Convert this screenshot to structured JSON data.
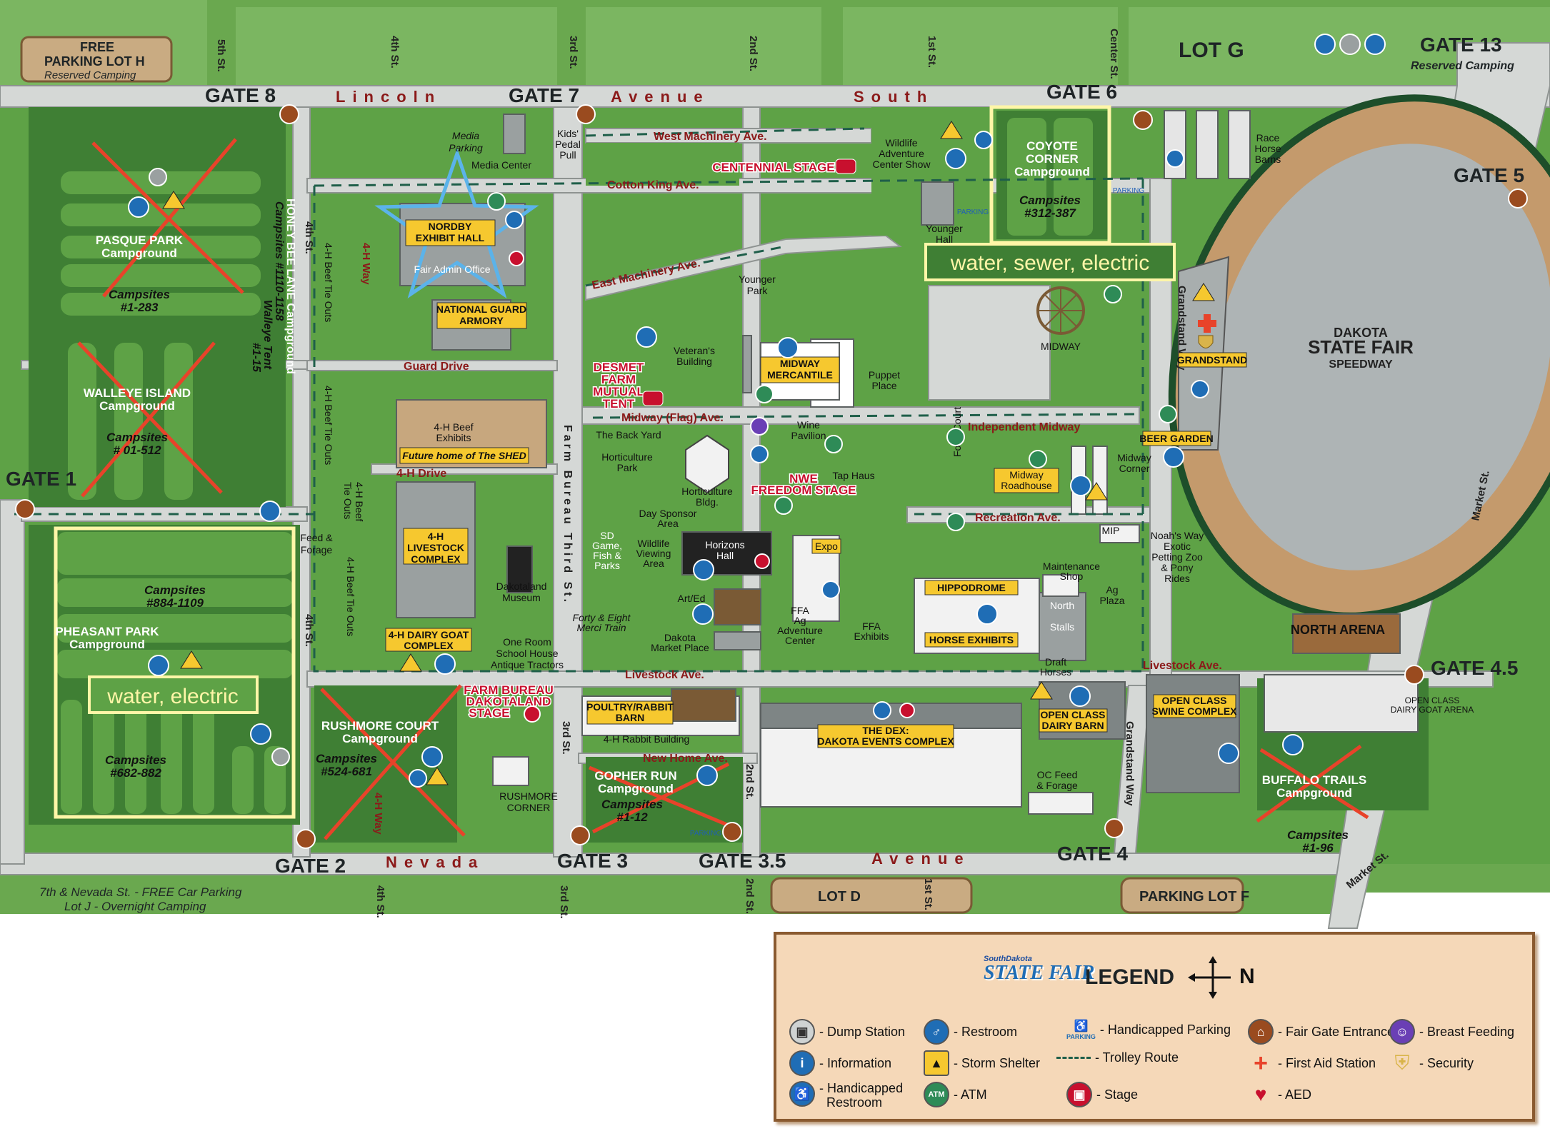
{
  "streets": {
    "lincoln": "Lincoln",
    "avenue_top": "Avenue",
    "south": "South",
    "nevada": "Nevada",
    "avenue_bottom": "Avenue",
    "fifth_st": "5th St.",
    "fourth_st_top": "4th St.",
    "third_st_top": "3rd St.",
    "second_st_top": "2nd St.",
    "first_st_top": "1st St.",
    "center_st": "Center St.",
    "fourth_st_left": "4th St.",
    "fourth_st_lower": "4th St.",
    "fourth_st_bottom": "4th St.",
    "third_st_bottom": "3rd St.",
    "second_st_bottom": "2nd St.",
    "first_st_bottom": "1st St.",
    "third_st_lower": "3rd St.",
    "second_st_lower": "2nd St.",
    "market_st": "Market St.",
    "market_st_lower": "Market St.",
    "farm_bureau_third": "Farm Bureau Third St.",
    "grandstand_way": "Grandstand Way",
    "grandstand_way_lower": "Grandstand Way",
    "four_h_way": "4-H Way",
    "four_h_way_lower": "4-H Way",
    "west_machinery": "West Machinery Ave.",
    "cotton_king": "Cotton King Ave.",
    "east_machinery": "East Machinery Ave.",
    "midway_flag": "Midway (Flag) Ave.",
    "independent_midway": "Independent Midway",
    "recreation_ave": "Recreation Ave.",
    "livestock_ave_left": "Livestock Ave.",
    "livestock_ave_right": "Livestock Ave.",
    "new_home_ave": "New Home Ave.",
    "guard_drive": "Guard Drive",
    "four_h_drive": "4-H Drive"
  },
  "gates": {
    "g1": "GATE 1",
    "g2": "GATE 2",
    "g3": "GATE 3",
    "g35": "GATE 3.5",
    "g4": "GATE 4",
    "g45": "GATE 4.5",
    "g5": "GATE 5",
    "g6": "GATE 6",
    "g7": "GATE 7",
    "g8": "GATE 8",
    "g13": "GATE 13",
    "g13_sub": "Reserved Camping"
  },
  "lots": {
    "lot_h_1": "FREE",
    "lot_h_2": "PARKING LOT H",
    "lot_h_3": "Reserved Camping",
    "lot_g": "LOT G",
    "lot_d": "LOT D",
    "lot_f": "PARKING LOT F",
    "lot_j_1": "7th & Nevada St. - FREE Car Parking",
    "lot_j_2": "Lot J - Overnight Camping"
  },
  "campgrounds": {
    "pasque_1": "PASQUE PARK",
    "pasque_2": "Campground",
    "pasque_sites_1": "Campsites",
    "pasque_sites_2": "#1-283",
    "walleye_1": "WALLEYE ISLAND",
    "walleye_2": "Campground",
    "walleye_sites_1": "Campsites",
    "walleye_sites_2": "# 01-512",
    "honeybee_1": "HONEY BEE LANE Campground",
    "honeybee_2": "Campsites #1110-1158",
    "honeybee_3": "Walleye Tent",
    "honeybee_4": "#1-15",
    "pheasant_sites_top_1": "Campsites",
    "pheasant_sites_top_2": "#884-1109",
    "pheasant_1": "PHEASANT PARK",
    "pheasant_2": "Campground",
    "pheasant_sites_1": "Campsites",
    "pheasant_sites_2": "#682-882",
    "rushmore_court_1": "RUSHMORE COURT",
    "rushmore_court_2": "Campground",
    "rushmore_sites_1": "Campsites",
    "rushmore_sites_2": "#524-681",
    "gopher_1": "GOPHER RUN",
    "gopher_2": "Campground",
    "gopher_sites_1": "Campsites",
    "gopher_sites_2": "#1-12",
    "coyote_1": "COYOTE",
    "coyote_2": "CORNER",
    "coyote_3": "Campground",
    "coyote_sites_1": "Campsites",
    "coyote_sites_2": "#312-387",
    "buffalo_1": "BUFFALO TRAILS",
    "buffalo_2": "Campground",
    "buffalo_sites_1": "Campsites",
    "buffalo_sites_2": "#1-96"
  },
  "annotations": {
    "water_sewer_electric": "water, sewer, electric",
    "water_electric": "water, electric"
  },
  "buildings": {
    "media_parking_1": "Media",
    "media_parking_2": "Parking",
    "media_center": "Media Center",
    "kids_pedal_1": "Kids'",
    "kids_pedal_2": "Pedal",
    "kids_pedal_3": "Pull",
    "nordby_1": "NORDBY",
    "nordby_2": "EXHIBIT HALL",
    "fair_admin": "Fair Admin Office",
    "natl_guard_1": "NATIONAL GUARD",
    "natl_guard_2": "ARMORY",
    "beef_tie_1": "4-H Beef Tie Outs",
    "beef_tie_2": "4-H Beef Tie Outs",
    "beef_tie_3a": "4-H Beef",
    "beef_tie_3b": "Tie Outs",
    "beef_tie_4": "4-H Beef Tie Outs",
    "beef_exhibits_1": "4-H Beef",
    "beef_exhibits_2": "Exhibits",
    "future_shed": "Future home of The SHED",
    "livestock_1": "4-H",
    "livestock_2": "LIVESTOCK",
    "livestock_3": "COMPLEX",
    "feed_forage_1": "Feed &",
    "feed_forage_2": "Forage",
    "dakotaland_1": "Dakotaland",
    "dakotaland_2": "Museum",
    "dairy_goat_1": "4-H DAIRY GOAT",
    "dairy_goat_2": "COMPLEX",
    "one_room_1": "One Room",
    "one_room_2": "School House",
    "antique": "Antique Tractors",
    "farm_bureau_1": "FARM BUREAU",
    "farm_bureau_2": "DAKOTALAND",
    "farm_bureau_3": "STAGE",
    "rushmore_corner_1": "RUSHMORE",
    "rushmore_corner_2": "CORNER",
    "centennial": "CENTENNIAL STAGE",
    "desmet_1": "DESMET",
    "desmet_2": "FARM",
    "desmet_3": "MUTUAL",
    "desmet_4": "TENT",
    "veterans_1": "Veteran's",
    "veterans_2": "Building",
    "younger_park_1": "Younger",
    "younger_park_2": "Park",
    "midway_merc_1": "MIDWAY",
    "midway_merc_2": "MERCANTILE",
    "puppet_1": "Puppet",
    "puppet_2": "Place",
    "wildlife_show_1": "Wildlife",
    "wildlife_show_2": "Adventure",
    "wildlife_show_3": "Center Show",
    "younger_hall_1": "Younger",
    "younger_hall_2": "Hall",
    "midway": "MIDWAY",
    "back_yard": "The Back Yard",
    "hort_park_1": "Horticulture",
    "hort_park_2": "Park",
    "hort_bldg_1": "Horticulture",
    "hort_bldg_2": "Bldg.",
    "wine_1": "Wine",
    "wine_2": "Pavilion",
    "tap_haus": "Tap Haus",
    "nwe_1": "NWE",
    "nwe_2": "FREEDOM STAGE",
    "day_sponsor_1": "Day Sponsor",
    "day_sponsor_2": "Area",
    "sd_game_1": "SD",
    "sd_game_2": "Game,",
    "sd_game_3": "Fish &",
    "sd_game_4": "Parks",
    "wildlife_view_1": "Wildlife",
    "wildlife_view_2": "Viewing",
    "wildlife_view_3": "Area",
    "horizons_1": "Horizons",
    "horizons_2": "Hall",
    "art_ed": "Art/Ed",
    "forty_eight_1": "Forty & Eight",
    "forty_eight_2": "Merci Train",
    "dakota_market_1": "Dakota",
    "dakota_market_2": "Market Place",
    "expo": "Expo",
    "ffa_ag_1": "FFA",
    "ffa_ag_2": "Ag",
    "ffa_ag_3": "Adventure",
    "ffa_ag_4": "Center",
    "ffa_exh_1": "FFA",
    "ffa_exh_2": "Exhibits",
    "food_court": "Food Court",
    "midway_roadhouse_1": "Midway",
    "midway_roadhouse_2": "Roadhouse",
    "midway_corner_1": "Midway",
    "midway_corner_2": "Corner",
    "beer_garden": "BEER GARDEN",
    "grandstand": "GRANDSTAND",
    "mip": "MIP",
    "maint_1": "Maintenance",
    "maint_2": "Shop",
    "noahs_1": "Noah's Way",
    "noahs_2": "Exotic",
    "noahs_3": "Petting Zoo",
    "noahs_4": "& Pony",
    "noahs_5": "Rides",
    "hippodrome": "HIPPODROME",
    "horse_exhibits": "HORSE EXHIBITS",
    "north_stalls_1": "North",
    "north_stalls_2": "Stalls",
    "ag_plaza_1": "Ag",
    "ag_plaza_2": "Plaza",
    "draft_1": "Draft",
    "draft_2": "Horses",
    "open_dairy_1": "OPEN CLASS",
    "open_dairy_2": "DAIRY BARN",
    "oc_feed_1": "OC Feed",
    "oc_feed_2": "& Forage",
    "dex_1": "THE DEX:",
    "dex_2": "DAKOTA EVENTS COMPLEX",
    "poultry_1": "POULTRY/RABBIT",
    "poultry_2": "BARN",
    "rabbit_bldg": "4-H Rabbit Building",
    "open_swine_1": "OPEN CLASS",
    "open_swine_2": "SWINE COMPLEX",
    "open_goat_1": "OPEN CLASS",
    "open_goat_2": "DAIRY GOAT ARENA",
    "north_arena": "NORTH ARENA",
    "race_barns_1": "Race",
    "race_barns_2": "Horse",
    "race_barns_3": "Barns",
    "speedway_1": "DAKOTA",
    "speedway_2": "STATE FAIR",
    "speedway_3": "SPEEDWAY",
    "parking_small": "PARKING"
  },
  "legend": {
    "logo_small": "SouthDakota",
    "logo": "STATE FAIR",
    "title": "LEGEND",
    "north": "N",
    "dump": "- Dump Station",
    "info": "- Information",
    "hc_restroom_1": "- Handicapped",
    "hc_restroom_2": "Restroom",
    "restroom": "- Restroom",
    "storm": "- Storm Shelter",
    "atm": "- ATM",
    "hc_parking": "- Handicapped Parking",
    "parking_icon": "PARKING",
    "trolley": "- Trolley Route",
    "stage": "- Stage",
    "gate_entrance": "- Fair Gate Entrance",
    "first_aid": "- First Aid Station",
    "aed": "- AED",
    "breast": "- Breast Feeding",
    "security": "- Security"
  },
  "colors": {
    "grass": "#5ea246",
    "grass_dark": "#3f7f34",
    "grass_light": "#8bc36a",
    "road": "#d5d8d6",
    "road_edge": "#8e9391",
    "building": "#9aa0a0",
    "label_yellow": "#f6c82f",
    "label_red": "#c8102e",
    "gate_dark": "#1e2426",
    "tan_lot": "#c9ab82",
    "brown": "#9a6a3c",
    "highlight_yellow": "#fff6a8",
    "star_blue": "#5bb3ea",
    "x_red": "#e8432a"
  }
}
